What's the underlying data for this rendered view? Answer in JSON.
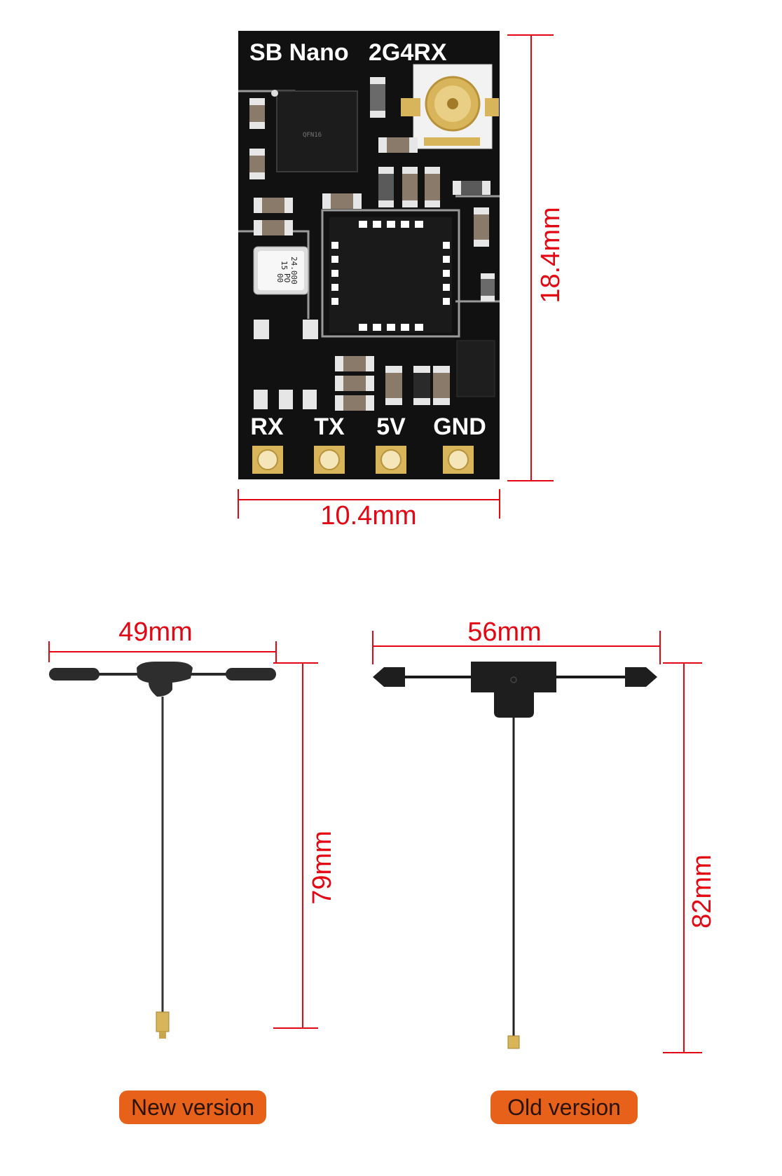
{
  "board": {
    "title_left": "SB Nano",
    "title_right": "2G4RX",
    "pins": [
      "RX",
      "TX",
      "5V",
      "GND"
    ],
    "crystal_line1": "24.000",
    "crystal_line2": "15",
    "crystal_mark": "PO",
    "crystal_mark2": "00",
    "chip_label": "QFN16"
  },
  "dimensions": {
    "board_width": "10.4mm",
    "board_height": "18.4mm",
    "new_width": "49mm",
    "new_height": "79mm",
    "old_width": "56mm",
    "old_height": "82mm"
  },
  "labels": {
    "new_version": "New version",
    "old_version": "Old version"
  },
  "colors": {
    "dimension": "#e30613",
    "badge": "#e8611a",
    "pcb": "#111111",
    "gold": "#d8b55a"
  }
}
